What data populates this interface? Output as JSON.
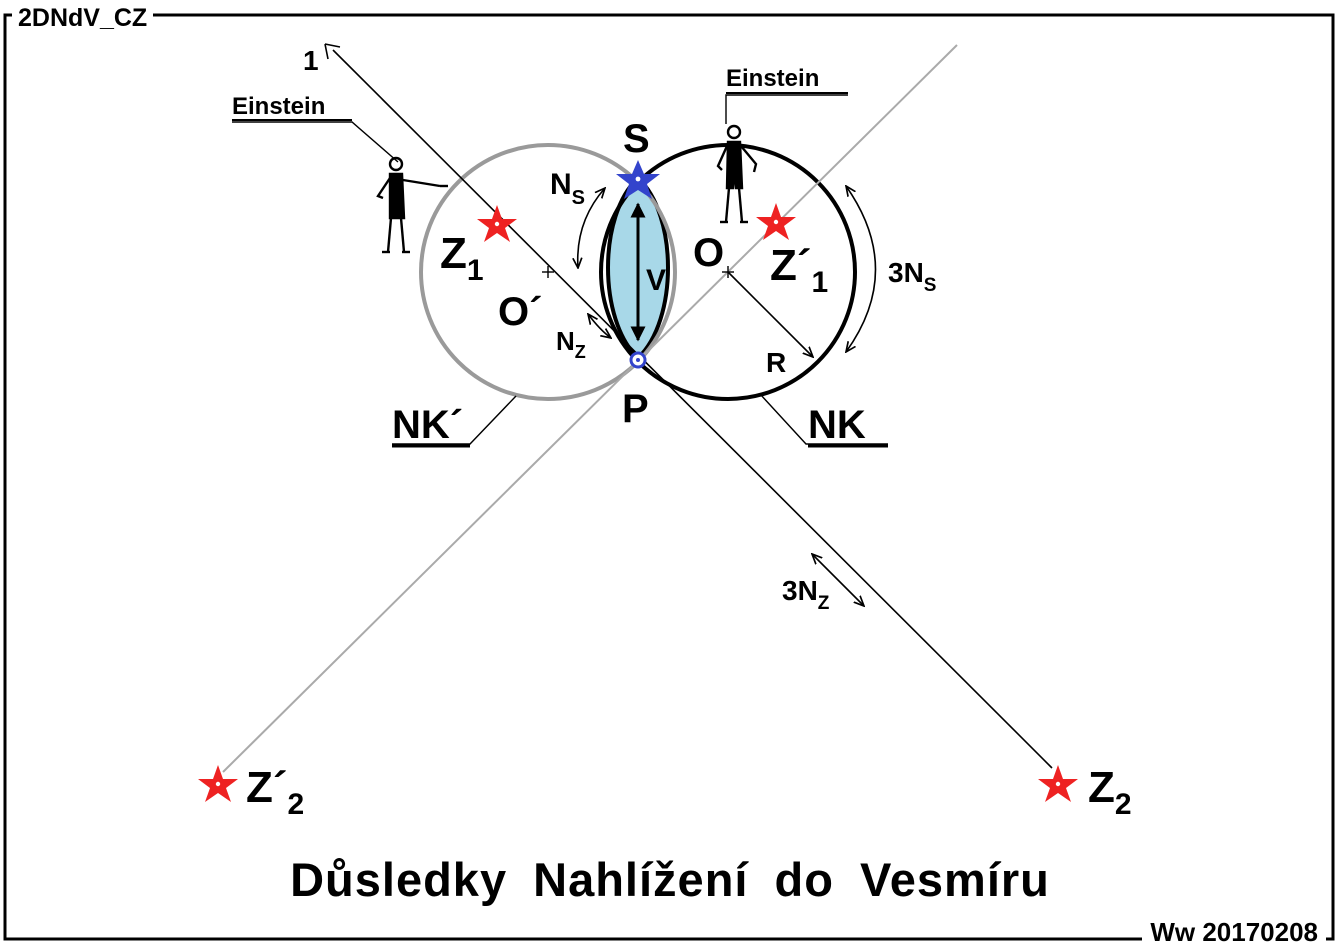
{
  "figure": {
    "tag": "2DNdV_CZ",
    "title": "Důsledky  Nahlížení  do  Vesmíru",
    "signature": "Ww 20170208"
  },
  "labels": {
    "line_number": "1",
    "observer_left": "Einstein",
    "observer_right": "Einstein",
    "point_S": "S",
    "point_P": "P",
    "center_O": "O",
    "center_O_prime": "O´",
    "arc_Ns": {
      "main": "N",
      "sub": "S"
    },
    "arc_Nz": {
      "main": "N",
      "sub": "Z"
    },
    "arc_3Ns": {
      "main": "3N",
      "sub": "S"
    },
    "arc_3Nz": {
      "main": "3N",
      "sub": "Z"
    },
    "V": "V",
    "R": "R",
    "NK": "NK",
    "NK_prime": "NK´",
    "Z1": {
      "main": "Z",
      "sub": "1"
    },
    "Z1_prime": {
      "main": "Z´",
      "sub": "1"
    },
    "Z2": {
      "main": "Z",
      "sub": "2"
    },
    "Z2_prime": {
      "main": "Z´",
      "sub": "2"
    }
  },
  "colors": {
    "frame": "#000000",
    "circle_NK": "#000000",
    "circle_NK_prime": "#9a9a9a",
    "lens_fill": "#a8d8e8",
    "star_red": "#ee2222",
    "star_blue": "#3344cc",
    "line_thin": "#000000",
    "line_grey": "#aaaaaa"
  }
}
